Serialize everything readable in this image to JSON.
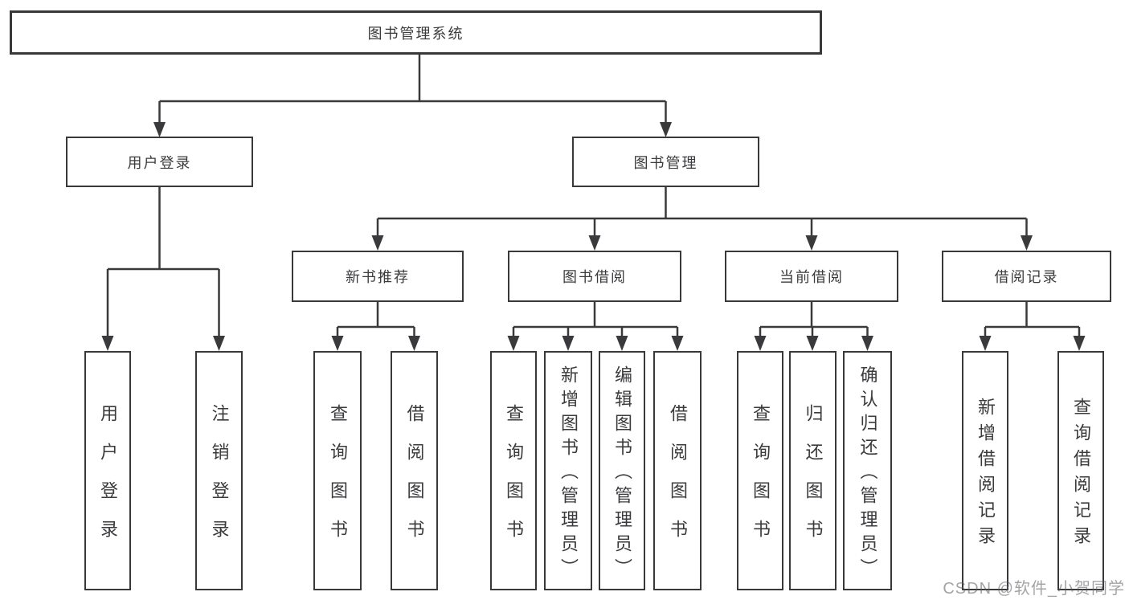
{
  "tree": {
    "root": "图书管理系统",
    "level1": [
      {
        "label": "用户登录",
        "children": [
          "用户登录",
          "注销登录"
        ]
      },
      {
        "label": "图书管理",
        "groups": [
          {
            "label": "新书推荐",
            "children": [
              "查询图书",
              "借阅图书"
            ]
          },
          {
            "label": "图书借阅",
            "children": [
              "查询图书",
              "新增图书（管理员）",
              "编辑图书（管理员）",
              "借阅图书"
            ]
          },
          {
            "label": "当前借阅",
            "children": [
              "查询图书",
              "归还图书",
              "确认归还（管理员）"
            ]
          },
          {
            "label": "借阅记录",
            "children": [
              "新增借阅记录",
              "查询借阅记录"
            ]
          }
        ]
      }
    ]
  },
  "watermark": {
    "text": "CSDN @软件_小贺同学"
  },
  "colors": {
    "line": "#3a3a3c",
    "node_border": "#39393b",
    "text": "#3b3b3e",
    "watermark": "#5a5a5f"
  }
}
